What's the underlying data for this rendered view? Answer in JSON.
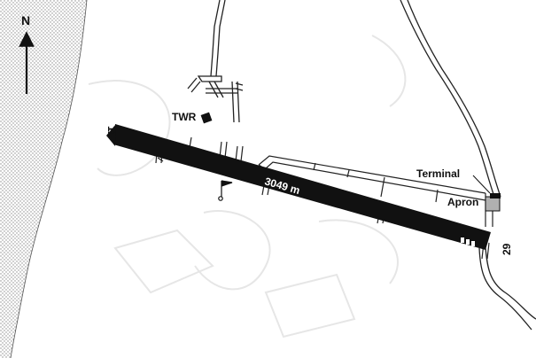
{
  "map": {
    "north_label": "N",
    "tower_label": "TWR",
    "runway_length_label": "3049 m",
    "runway_end_west": "11",
    "runway_end_east": "29",
    "terminal_label": "Terminal",
    "apron_label": "Apron"
  },
  "colors": {
    "runway": "#111111",
    "sea_dots": "#8a8a8a",
    "road": "#222222",
    "apron_fill": "#b0b0b0",
    "background_faint": "#e8e8e8"
  }
}
